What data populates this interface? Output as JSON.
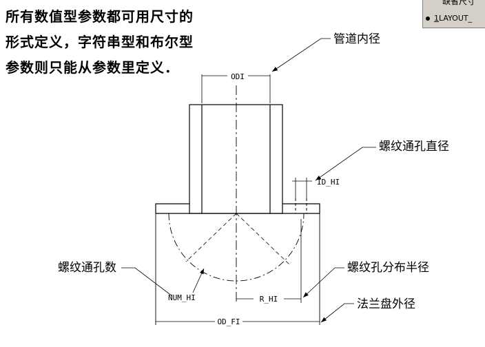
{
  "intro_lines": [
    "所有数值型参数都可用尺寸的",
    "形式定义，字符串型和布尔型",
    "参数则只能从参数里定义．"
  ],
  "panel": {
    "row1": "缺省尺寸",
    "row2_num": "1",
    "row2_text": "LAYOUT_"
  },
  "labels": {
    "pipe_inner_dia": "管道内径",
    "bolt_hole_dia": "螺纹通孔直径",
    "bolt_hole_count": "螺纹通孔数",
    "bolt_circle_radius": "螺纹孔分布半径",
    "flange_outer_dia": "法兰盘外径"
  },
  "dims": {
    "odi": "ODI",
    "id_hi": "ID_HI",
    "num_hi": "NUM_HI",
    "r_hi": "R_HI",
    "od_fi": "OD_FI"
  }
}
